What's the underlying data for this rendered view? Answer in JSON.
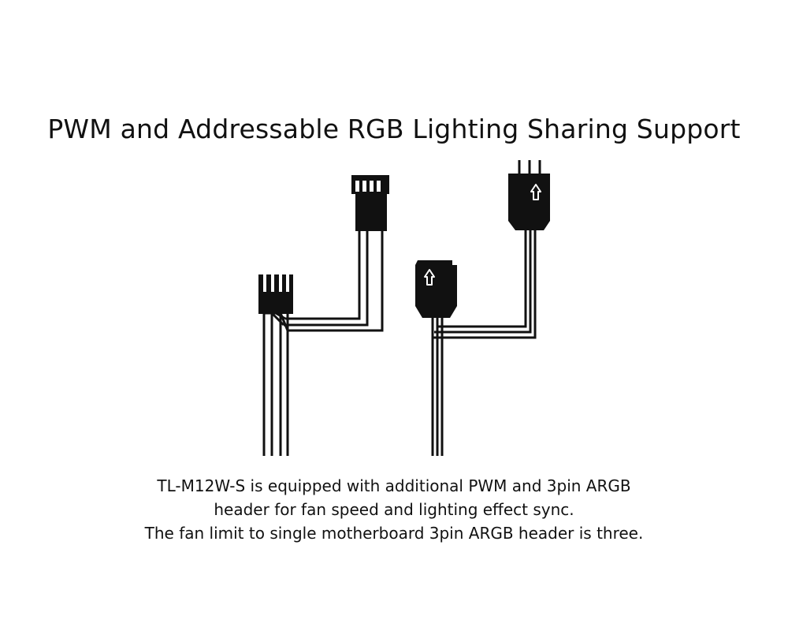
{
  "title": "PWM and Addressable RGB Lighting Sharing Support",
  "caption": {
    "line1": "TL-M12W-S is equipped with additional PWM and 3pin ARGB",
    "line2": "header for fan speed and lighting effect sync.",
    "line3": "The fan limit to single motherboard 3pin ARGB header is three."
  },
  "colors": {
    "ink": "#111111",
    "background": "#ffffff"
  },
  "icons": {
    "argb_male": "up-arrow-icon",
    "argb_female": "up-arrow-icon"
  }
}
